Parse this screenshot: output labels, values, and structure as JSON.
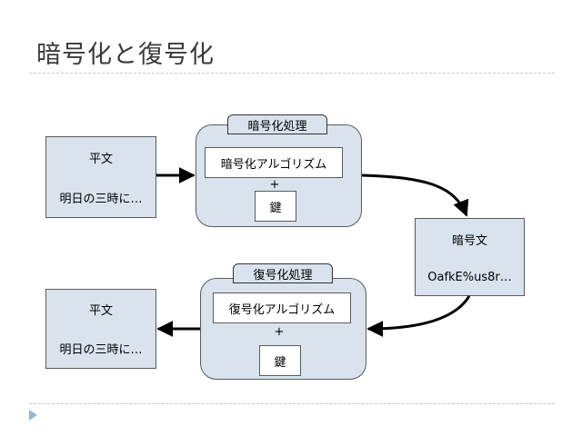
{
  "slide": {
    "title": "暗号化と復号化"
  },
  "encrypt": {
    "plain_title": "平文",
    "plain_text": "明日の三時に…",
    "process_label": "暗号化処理",
    "algorithm_label": "暗号化アルゴリズム",
    "plus": "+",
    "key_label": "鍵"
  },
  "cipher": {
    "title": "暗号文",
    "text": "OafkE%us8r…"
  },
  "decrypt": {
    "process_label": "復号化処理",
    "algorithm_label": "復号化アルゴリズム",
    "plus": "+",
    "key_label": "鍵",
    "plain_title": "平文",
    "plain_text": "明日の三時に…"
  },
  "colors": {
    "box_fill": "#d9e3ed",
    "border": "#5a5a5a",
    "arrow": "#000000",
    "bullet": "#9fb4cc"
  }
}
